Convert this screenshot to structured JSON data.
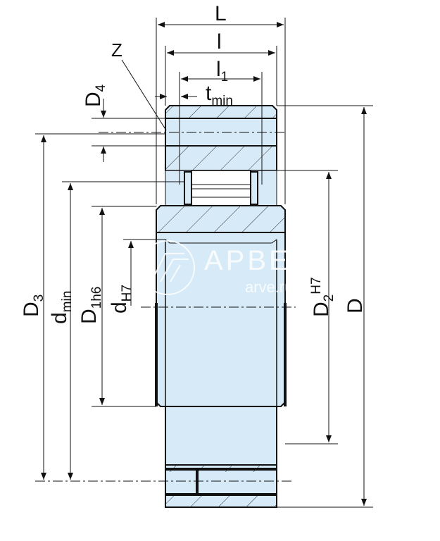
{
  "labels": {
    "L": "L",
    "l": "l",
    "l1": "l",
    "l1_sub": "1",
    "tmin": "t",
    "tmin_sub": "min",
    "Z": "Z",
    "D4": "D",
    "D4_sub": "4",
    "D3": "D",
    "D3_sub": "3",
    "dmin": "d",
    "dmin_sub": "min",
    "D1h6": "D",
    "D1h6_sub": "1h6",
    "dH7": "d",
    "dH7_sub": "H7",
    "D2H7": "D",
    "D2H7_sub": "2",
    "D2H7_sup": "H7",
    "D": "D"
  },
  "watermark": {
    "brand": "АРВЕ",
    "url": "arve.ru"
  },
  "colors": {
    "fill": "#d6eaf8",
    "line": "#111111"
  }
}
